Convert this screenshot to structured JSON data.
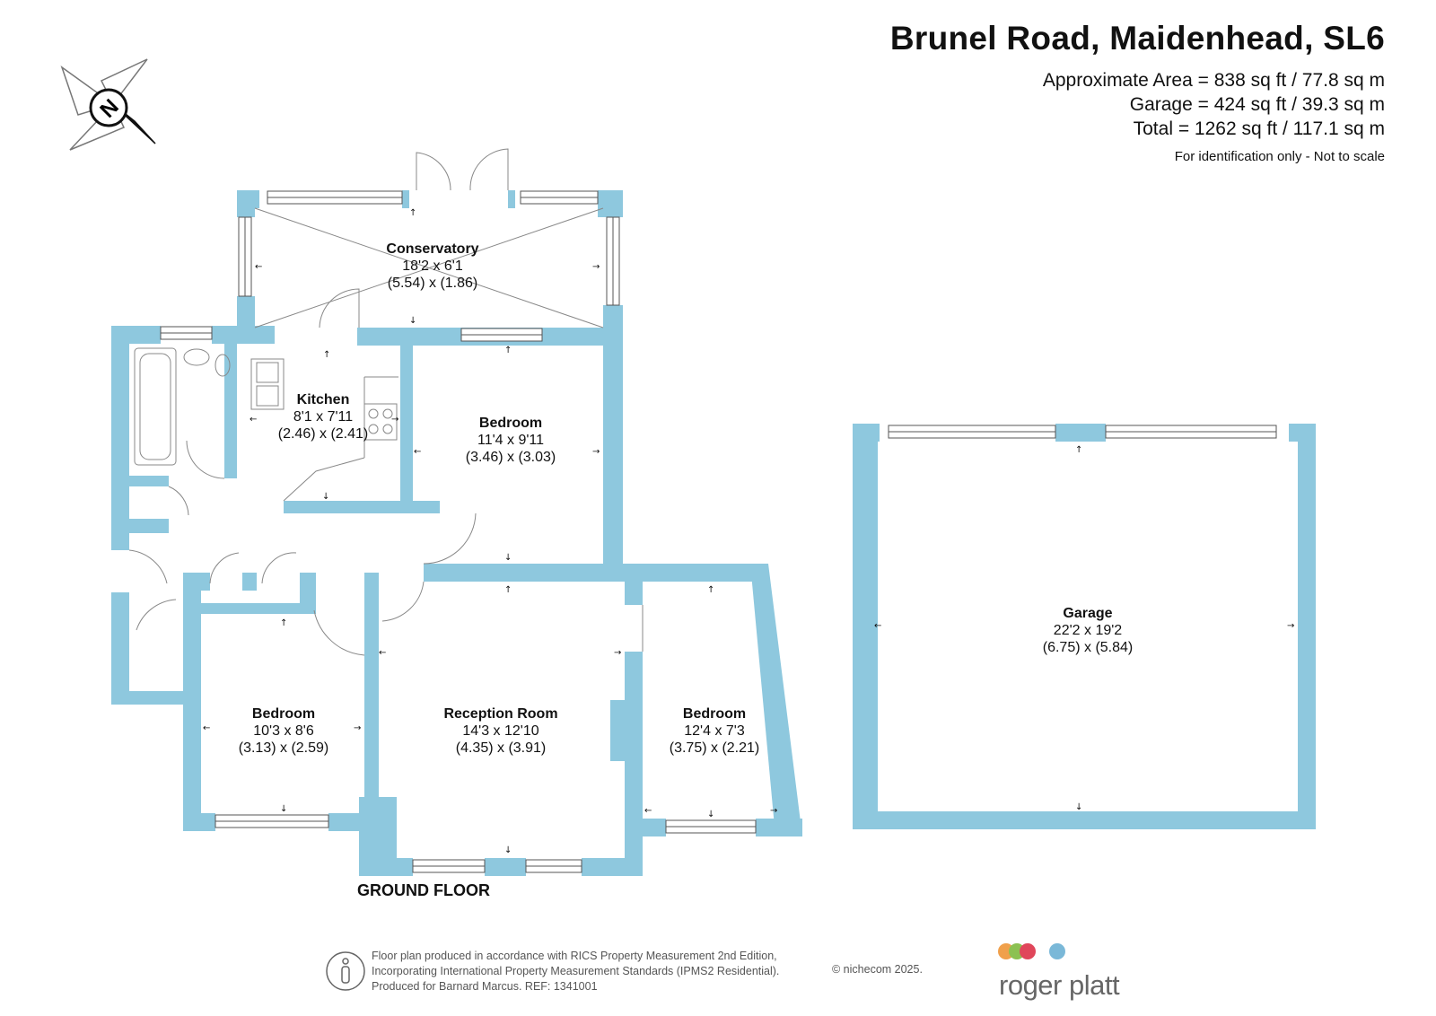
{
  "header": {
    "title": "Brunel Road, Maidenhead, SL6",
    "area_lines": [
      "Approximate Area = 838 sq ft / 77.8 sq m",
      "Garage = 424 sq ft / 39.3 sq m",
      "Total = 1262 sq ft / 117.1 sq m"
    ],
    "disclaimer": "For identification only - Not to scale"
  },
  "compass": {
    "icon": "compass-north-icon",
    "letter": "N"
  },
  "rooms": [
    {
      "name": "Conservatory",
      "dims_imperial": "18'2 x 6'1",
      "dims_metric": "(5.54) x (1.86)"
    },
    {
      "name": "Kitchen",
      "dims_imperial": "8'1 x 7'11",
      "dims_metric": "(2.46) x (2.41)"
    },
    {
      "name": "Bedroom",
      "dims_imperial": "11'4 x 9'11",
      "dims_metric": "(3.46) x (3.03)"
    },
    {
      "name": "Bedroom",
      "dims_imperial": "10'3 x 8'6",
      "dims_metric": "(3.13) x (2.59)"
    },
    {
      "name": "Reception Room",
      "dims_imperial": "14'3 x 12'10",
      "dims_metric": "(4.35) x (3.91)"
    },
    {
      "name": "Bedroom",
      "dims_imperial": "12'4 x 7'3",
      "dims_metric": "(3.75) x (2.21)"
    },
    {
      "name": "Garage",
      "dims_imperial": "22'2 x 19'2",
      "dims_metric": "(6.75) x (5.84)"
    }
  ],
  "floor_label": "GROUND FLOOR",
  "footer": {
    "icon": "person-info-icon",
    "lines": [
      "Floor plan produced in accordance with RICS Property Measurement 2nd Edition,",
      "Incorporating International Property Measurement Standards (IPMS2 Residential).",
      "Produced for Barnard Marcus.   REF: 1341001"
    ],
    "credit": "© nichecom 2025.",
    "brand": "roger platt",
    "brand_dot_colors": [
      "#f0a04b",
      "#8cc152",
      "#e0465a",
      "#7ab8d8"
    ]
  },
  "colors": {
    "wall": "#8ec8de",
    "window": "#ffffff",
    "ink": "#111111"
  }
}
